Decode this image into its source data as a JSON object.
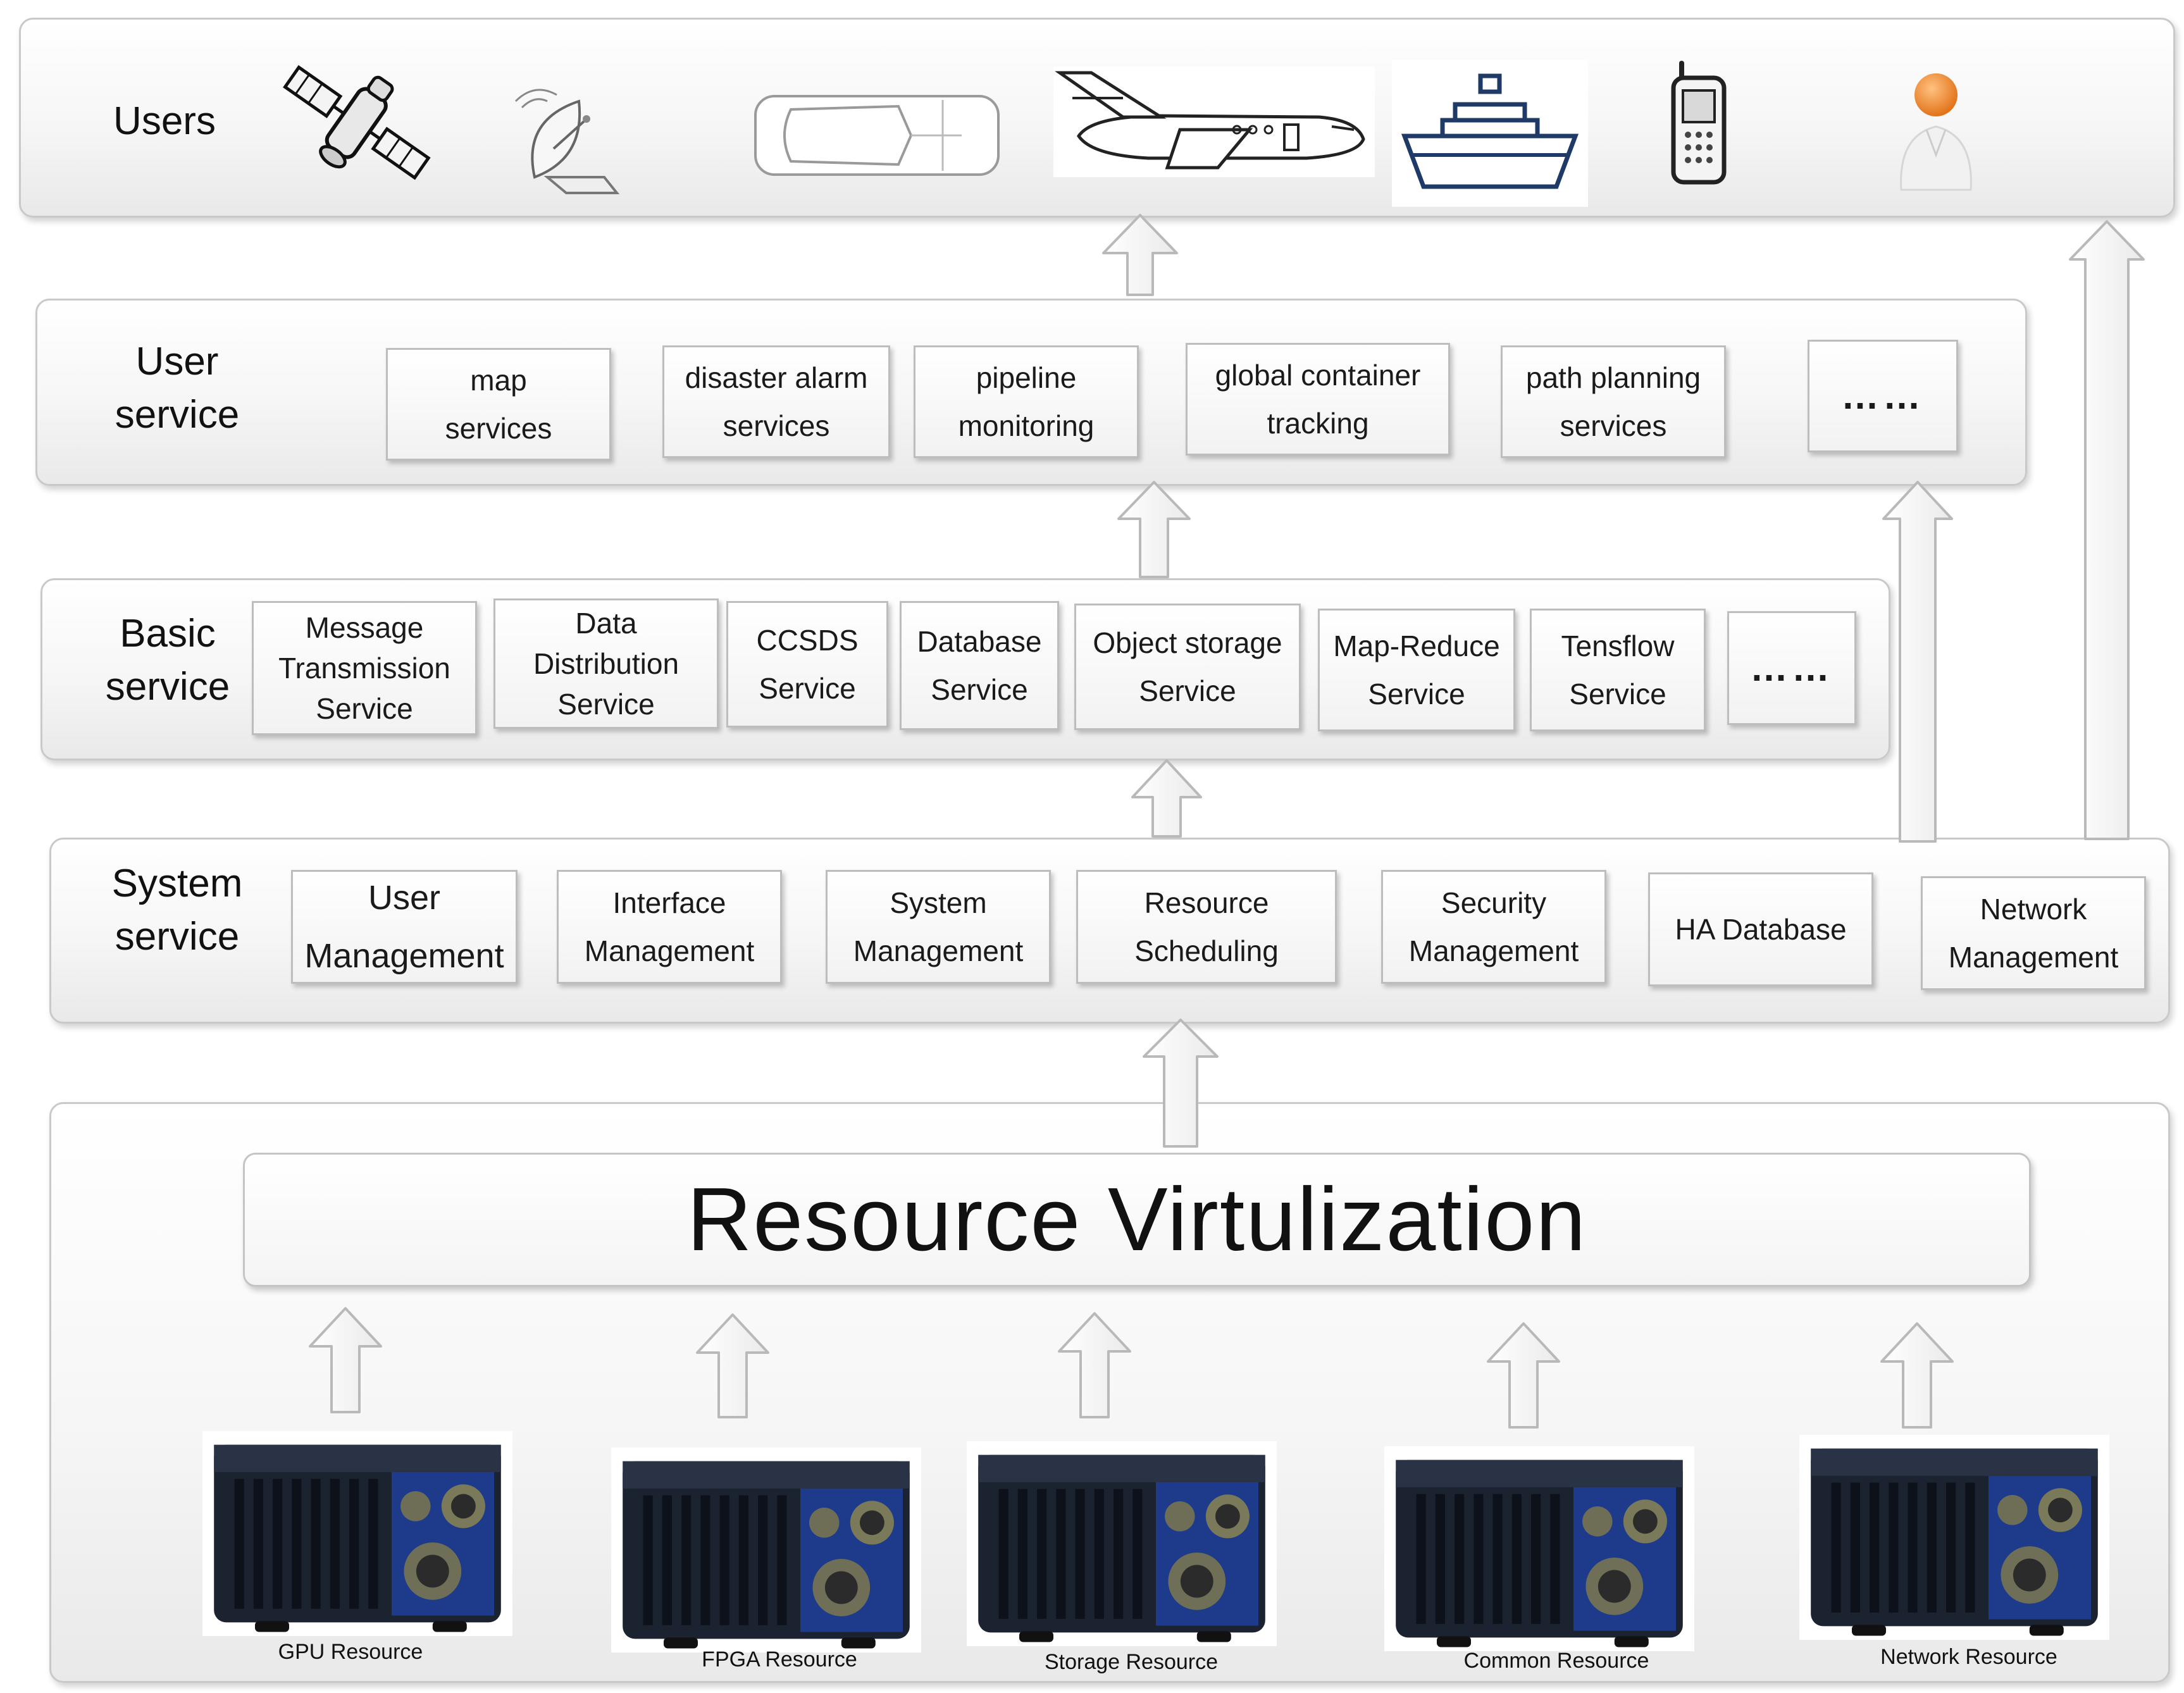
{
  "users": {
    "label": "Users",
    "icons": [
      "satellite-icon",
      "satellite-dish-icon",
      "car-icon",
      "airplane-icon",
      "ship-icon",
      "mobile-phone-icon",
      "person-icon"
    ]
  },
  "user_service": {
    "label_line1": "User",
    "label_line2": "service",
    "items": [
      {
        "l1": "map",
        "l2": "services"
      },
      {
        "l1": "disaster alarm",
        "l2": "services"
      },
      {
        "l1": "pipeline",
        "l2": "monitoring"
      },
      {
        "l1": "global container",
        "l2": "tracking"
      },
      {
        "l1": "path planning",
        "l2": "services"
      }
    ],
    "more": "……"
  },
  "basic_service": {
    "label_line1": "Basic",
    "label_line2": "service",
    "items": [
      {
        "l1": "Message",
        "l2": "Transmission",
        "l3": "Service"
      },
      {
        "l1": "Data",
        "l2": "Distribution",
        "l3": "Service"
      },
      {
        "l1": "CCSDS",
        "l2": "Service"
      },
      {
        "l1": "Database",
        "l2": "Service"
      },
      {
        "l1": "Object storage",
        "l2": "Service"
      },
      {
        "l1": "Map-Reduce",
        "l2": "Service"
      },
      {
        "l1": "Tensflow",
        "l2": "Service"
      }
    ],
    "more": "……"
  },
  "system_service": {
    "label_line1": "System",
    "label_line2": "service",
    "items": [
      {
        "l1": "User",
        "l2": "Management"
      },
      {
        "l1": "Interface",
        "l2": "Management"
      },
      {
        "l1": "System",
        "l2": "Management"
      },
      {
        "l1": "Resource",
        "l2": "Scheduling"
      },
      {
        "l1": "Security",
        "l2": "Management"
      },
      {
        "l1": "HA Database"
      },
      {
        "l1": "Network",
        "l2": "Management"
      }
    ]
  },
  "resource_layer": {
    "title": "Resource Virtulization",
    "resources": [
      {
        "label": "GPU Resource"
      },
      {
        "label": "FPGA Resource"
      },
      {
        "label": "Storage Resource"
      },
      {
        "label": "Common Resource"
      },
      {
        "label": "Network Resource"
      }
    ]
  },
  "colors": {
    "ship": "#1f3a66",
    "person_head": "#f08a2c",
    "device_body": "#1b2230",
    "device_accent": "#1d3b8a"
  }
}
